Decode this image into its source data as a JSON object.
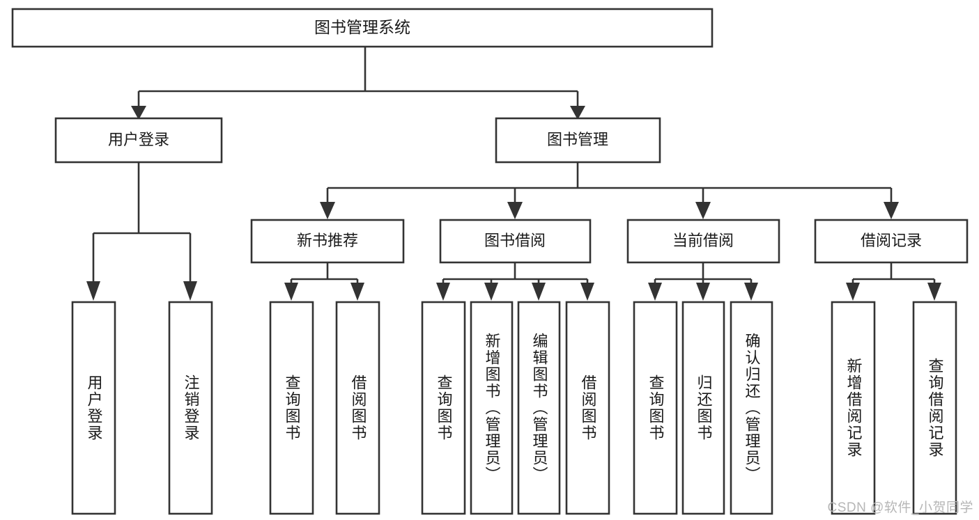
{
  "diagram": {
    "type": "tree-hierarchy",
    "title": "图书管理系统",
    "orientation": "top-down",
    "colors": {
      "box_stroke": "#333333",
      "box_fill": "#ffffff",
      "text": "#1a1a1a",
      "background": "#ffffff",
      "watermark": "#b6b6b6"
    },
    "root": {
      "id": "root",
      "label": "图书管理系统",
      "orientation": "horizontal"
    },
    "level2": [
      {
        "id": "user-login",
        "label": "用户登录",
        "orientation": "horizontal"
      },
      {
        "id": "book-manage",
        "label": "图书管理",
        "orientation": "horizontal"
      }
    ],
    "level3": [
      {
        "id": "new-book-recommend",
        "label": "新书推荐",
        "orientation": "horizontal"
      },
      {
        "id": "book-borrow",
        "label": "图书借阅",
        "orientation": "horizontal"
      },
      {
        "id": "current-borrow",
        "label": "当前借阅",
        "orientation": "horizontal"
      },
      {
        "id": "borrow-record",
        "label": "借阅记录",
        "orientation": "horizontal"
      }
    ],
    "leaves": {
      "user-login": [
        {
          "id": "leaf-user-login",
          "label": "用户登录",
          "orientation": "vertical"
        },
        {
          "id": "leaf-logout",
          "label": "注销登录",
          "orientation": "vertical"
        }
      ],
      "new-book-recommend": [
        {
          "id": "leaf-query-book-1",
          "label": "查询图书",
          "orientation": "vertical"
        },
        {
          "id": "leaf-borrow-book-1",
          "label": "借阅图书",
          "orientation": "vertical"
        }
      ],
      "book-borrow": [
        {
          "id": "leaf-query-book-2",
          "label": "查询图书",
          "orientation": "vertical"
        },
        {
          "id": "leaf-add-book",
          "label": "新增图书（管理员）",
          "orientation": "vertical"
        },
        {
          "id": "leaf-edit-book",
          "label": "编辑图书（管理员）",
          "orientation": "vertical"
        },
        {
          "id": "leaf-borrow-book-2",
          "label": "借阅图书",
          "orientation": "vertical"
        }
      ],
      "current-borrow": [
        {
          "id": "leaf-query-book-3",
          "label": "查询图书",
          "orientation": "vertical"
        },
        {
          "id": "leaf-return-book",
          "label": "归还图书",
          "orientation": "vertical"
        },
        {
          "id": "leaf-confirm-return",
          "label": "确认归还（管理员）",
          "orientation": "vertical"
        }
      ],
      "borrow-record": [
        {
          "id": "leaf-add-record",
          "label": "新增借阅记录",
          "orientation": "vertical"
        },
        {
          "id": "leaf-query-record",
          "label": "查询借阅记录",
          "orientation": "vertical"
        }
      ]
    }
  },
  "watermark": {
    "text": "CSDN @软件_小贺同学"
  }
}
